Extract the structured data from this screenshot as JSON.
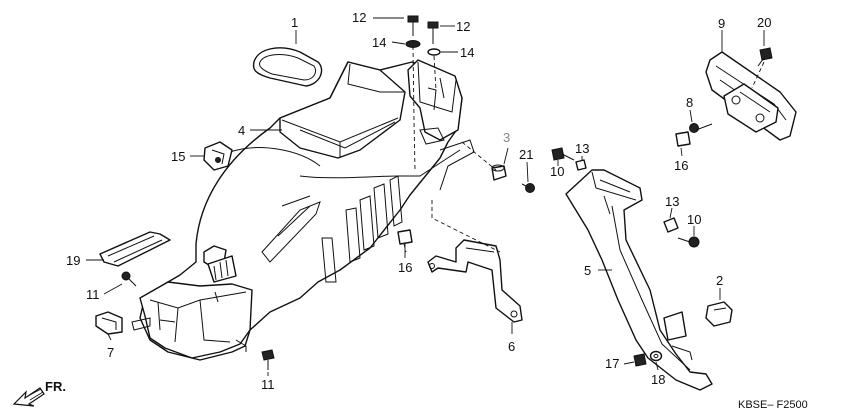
{
  "diagram": {
    "callouts": [
      {
        "id": "c1a",
        "label": "1"
      },
      {
        "id": "c12a",
        "label": "12"
      },
      {
        "id": "c12b",
        "label": "12"
      },
      {
        "id": "c14a",
        "label": "14"
      },
      {
        "id": "c14b",
        "label": "14"
      },
      {
        "id": "c9",
        "label": "9"
      },
      {
        "id": "c20",
        "label": "20"
      },
      {
        "id": "c4",
        "label": "4"
      },
      {
        "id": "c8",
        "label": "8"
      },
      {
        "id": "c3",
        "label": "3"
      },
      {
        "id": "c21",
        "label": "21"
      },
      {
        "id": "c13a",
        "label": "13"
      },
      {
        "id": "c15",
        "label": "15"
      },
      {
        "id": "c10a",
        "label": "10"
      },
      {
        "id": "c16a",
        "label": "16"
      },
      {
        "id": "c13b",
        "label": "13"
      },
      {
        "id": "c10b",
        "label": "10"
      },
      {
        "id": "c19",
        "label": "19"
      },
      {
        "id": "c16b",
        "label": "16"
      },
      {
        "id": "c5",
        "label": "5"
      },
      {
        "id": "c11a",
        "label": "11"
      },
      {
        "id": "c2",
        "label": "2"
      },
      {
        "id": "c7",
        "label": "7"
      },
      {
        "id": "c6",
        "label": "6"
      },
      {
        "id": "c17",
        "label": "17"
      },
      {
        "id": "c18",
        "label": "18"
      },
      {
        "id": "c11b",
        "label": "11"
      }
    ],
    "direction_label": "FR.",
    "diagram_code": "KBSE– F2500",
    "colors": {
      "line": "#111111",
      "background": "#ffffff",
      "muted_callout": "#888888"
    },
    "icons": [
      "front-direction-arrow-icon"
    ]
  }
}
